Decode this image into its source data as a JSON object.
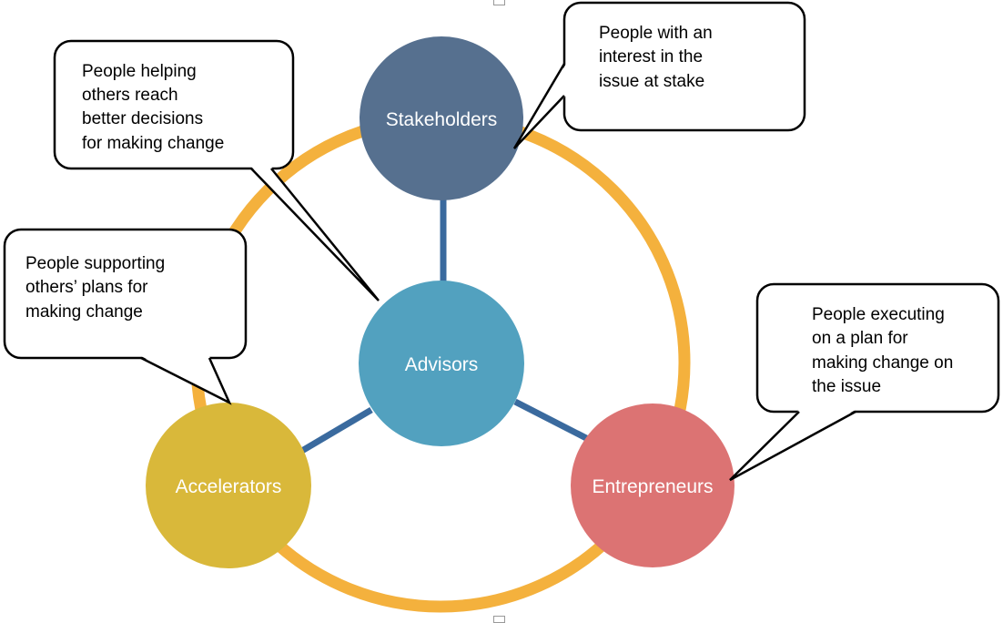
{
  "nodes": {
    "stakeholders": {
      "label": "Stakeholders",
      "color": "#56708F"
    },
    "advisors": {
      "label": "Advisors",
      "color": "#52A1BF"
    },
    "accelerators": {
      "label": "Accelerators",
      "color": "#D9B83A"
    },
    "entrepreneurs": {
      "label": "Entrepreneurs",
      "color": "#DC7373"
    }
  },
  "ring_color": "#F4B13D",
  "connector_color": "#3A6A9E",
  "callouts": {
    "advisors": [
      "People helping",
      "others reach",
      "better decisions",
      "for making change"
    ],
    "accelerators": [
      "People supporting",
      "others’ plans for",
      "making change"
    ],
    "stakeholders": [
      "People with an",
      "interest in the",
      "issue at stake"
    ],
    "entrepreneurs": [
      "People executing",
      "on a plan for",
      "making change on",
      "the issue"
    ]
  }
}
